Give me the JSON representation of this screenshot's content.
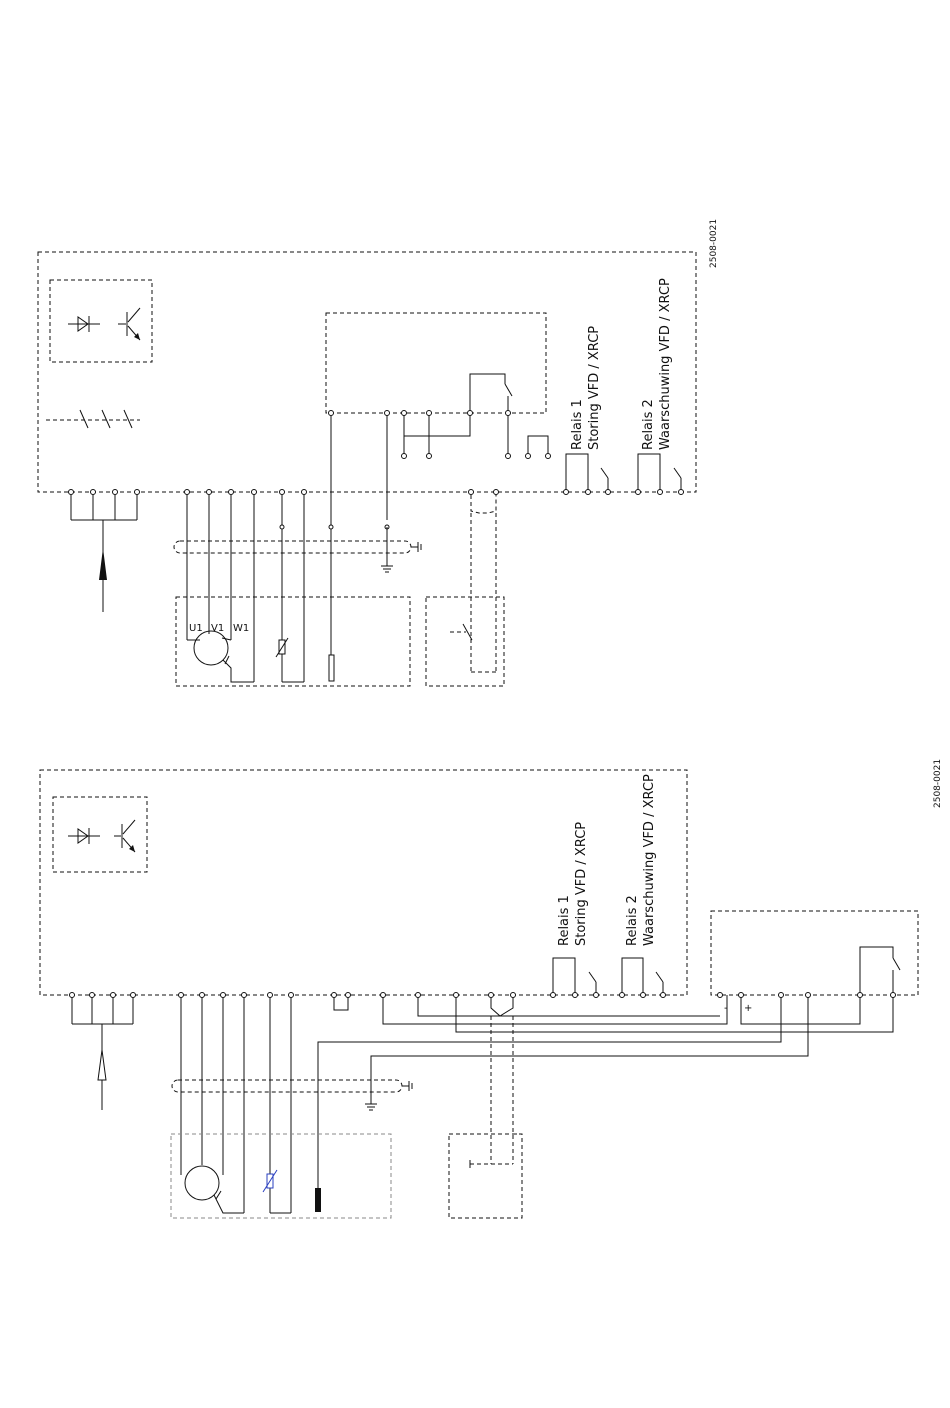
{
  "drawing_id_top": "2508-0021",
  "drawing_id_bottom": "2508-0021",
  "top": {
    "relay1_label": "Relais 1",
    "relay1_desc": "Storing VFD / XRCP",
    "relay2_label": "Relais 2",
    "relay2_desc": "Waarschuwing VFD / XRCP",
    "motor_u": "U1",
    "motor_v": "V1",
    "motor_w": "W1"
  },
  "bottom": {
    "relay1_label": "Relais 1",
    "relay1_desc": "Storing VFD / XRCP",
    "relay2_label": "Relais 2",
    "relay2_desc": "Waarschuwing VFD / XRCP",
    "dc_minus": "-",
    "dc_plus": "+"
  }
}
